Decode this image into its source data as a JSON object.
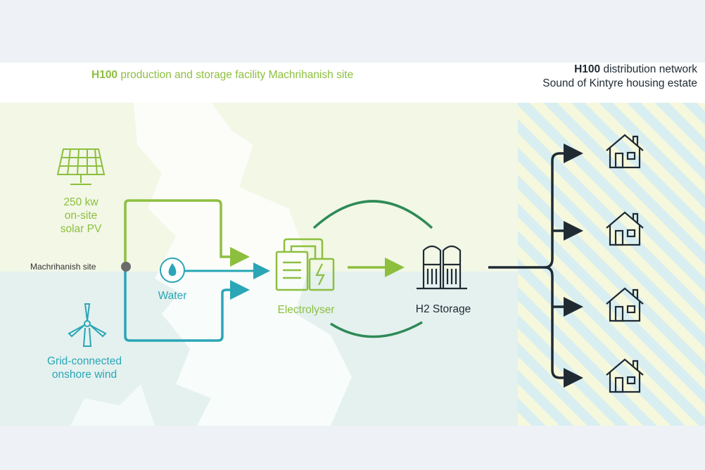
{
  "header": {
    "left_bold": "H100",
    "left_rest": " production and storage facility Machrihanish site",
    "right_line1_bold": "H100",
    "right_line1_rest": " distribution network",
    "right_line2": "Sound of Kintyre housing estate"
  },
  "sources": {
    "solar": {
      "line1": "250 kw",
      "line2": "on-site",
      "line3": "solar PV",
      "icon": "solar-panel-icon"
    },
    "wind": {
      "line1": "Grid-connected",
      "line2": "onshore wind",
      "icon": "wind-turbine-icon"
    },
    "water": {
      "label": "Water",
      "icon": "water-drop-icon"
    }
  },
  "site": {
    "label": "Machrihanish site"
  },
  "process": {
    "electrolyser": {
      "label": "Electrolyser",
      "icon": "electrolyser-icon"
    },
    "storage": {
      "label": "H2 Storage",
      "icon": "storage-tanks-icon"
    }
  },
  "houses": {
    "count": 4,
    "icon": "house-icon"
  },
  "colors": {
    "green": "#8dbf3f",
    "teal": "#2aa6b6",
    "dark": "#1f2a33",
    "land": "#f2f7e6",
    "sea": "#e4f1ef"
  }
}
